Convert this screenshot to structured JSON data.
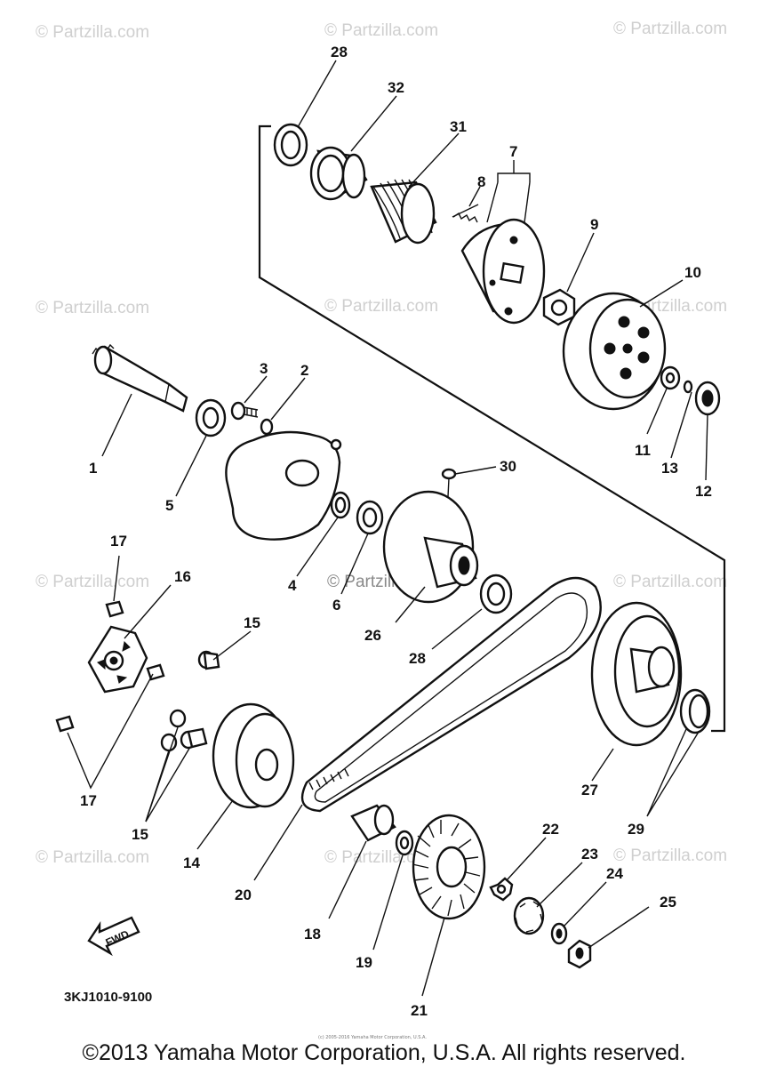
{
  "watermark": "© Partzilla.com",
  "diagram_code": "3KJ1010-9100",
  "fwd_label": "FWD",
  "small_copyright": "(c) 2005-2016 Yamaha Motor Corporation, U.S.A.",
  "copyright": "©2013 Yamaha Motor Corporation, U.S.A. All rights reserved.",
  "callouts": {
    "c1": "1",
    "c2": "2",
    "c3": "3",
    "c4": "4",
    "c5": "5",
    "c6": "6",
    "c7": "7",
    "c8": "8",
    "c9": "9",
    "c10": "10",
    "c11": "11",
    "c12": "12",
    "c13": "13",
    "c14": "14",
    "c15a": "15",
    "c15b": "15",
    "c16": "16",
    "c17a": "17",
    "c17b": "17",
    "c18": "18",
    "c19": "19",
    "c20": "20",
    "c21": "21",
    "c22": "22",
    "c23": "23",
    "c24": "24",
    "c25": "25",
    "c26": "26",
    "c27": "27",
    "c28a": "28",
    "c28b": "28",
    "c29": "29",
    "c30": "30",
    "c31": "31",
    "c32": "32"
  }
}
